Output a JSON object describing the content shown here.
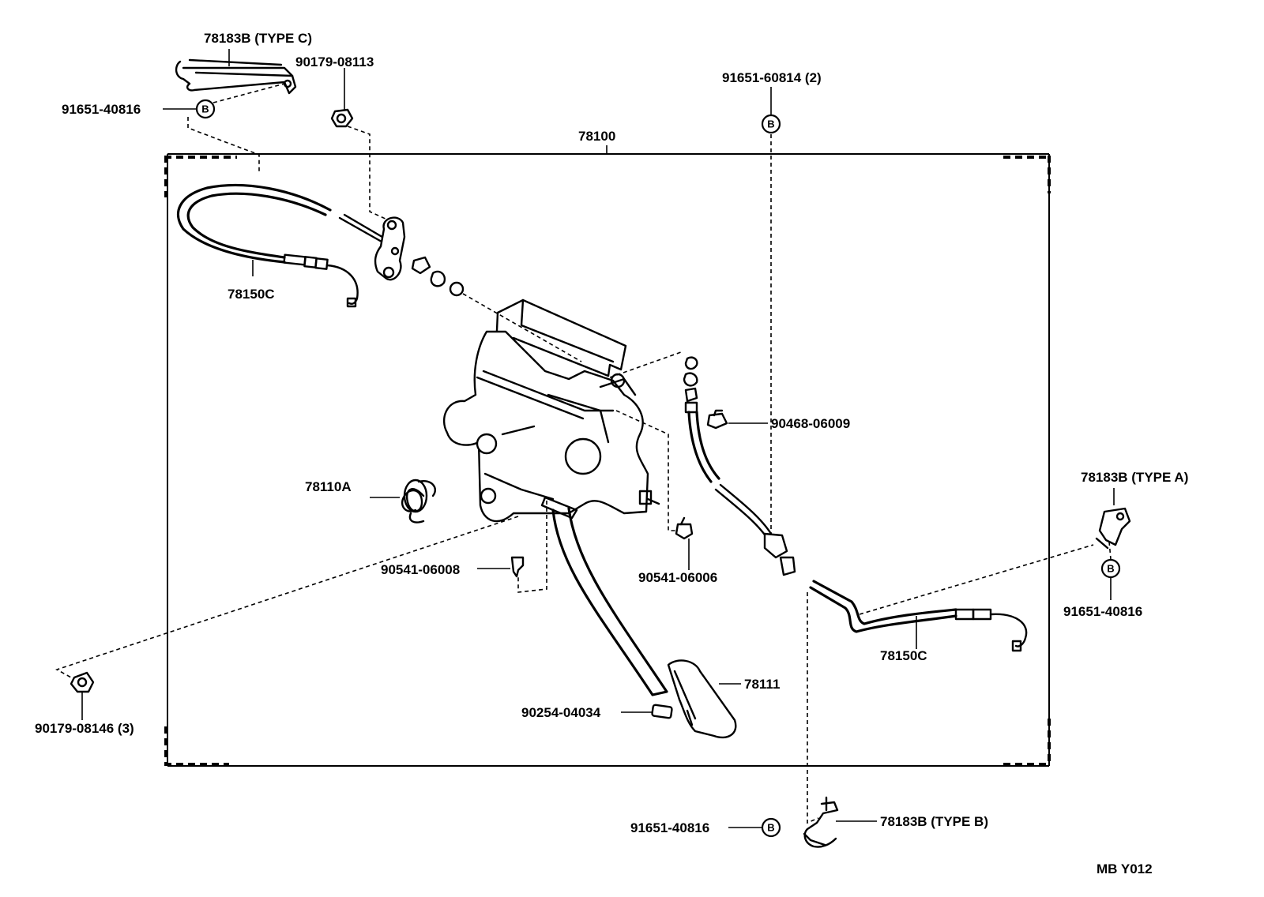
{
  "assembly": {
    "number": "78100"
  },
  "callouts": [
    {
      "id": "bracket-type-c",
      "text": "78183B (TYPE C)"
    },
    {
      "id": "nut-top",
      "text": "90179-08113"
    },
    {
      "id": "bolt-b-top-left",
      "text": "91651-40816"
    },
    {
      "id": "bolt-b-top-center",
      "text": "91651-60814 (2)"
    },
    {
      "id": "cable-left",
      "text": "78150C"
    },
    {
      "id": "clip-right",
      "text": "90468-06009"
    },
    {
      "id": "spring",
      "text": "78110A"
    },
    {
      "id": "bracket-type-a",
      "text": "78183B (TYPE A)"
    },
    {
      "id": "bolt-b-right",
      "text": "91651-40816"
    },
    {
      "id": "bushing-left",
      "text": "90541-06008"
    },
    {
      "id": "bushing-right",
      "text": "90541-06006"
    },
    {
      "id": "cable-right",
      "text": "78150C"
    },
    {
      "id": "pedal-pad",
      "text": "78111"
    },
    {
      "id": "pin",
      "text": "90254-04034"
    },
    {
      "id": "nut-left",
      "text": "90179-08146 (3)"
    },
    {
      "id": "bolt-b-bottom",
      "text": "91651-40816"
    },
    {
      "id": "bracket-type-b",
      "text": "78183B (TYPE B)"
    }
  ],
  "b_marker": "B",
  "figure_code": "MB Y012"
}
